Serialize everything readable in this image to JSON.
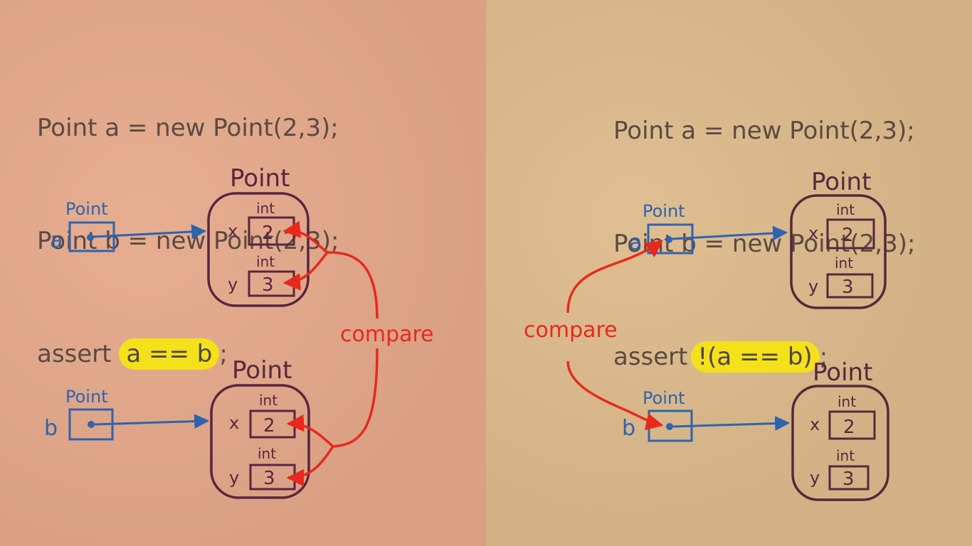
{
  "left": {
    "code": [
      "Point a = new Point(2,3);",
      "Point b = new Point(2,3);"
    ],
    "assert_prefix": "assert ",
    "assert_expr": "a == b",
    "assert_suffix": ";",
    "var_a": {
      "name": "a",
      "type": "Point"
    },
    "var_b": {
      "name": "b",
      "type": "Point"
    },
    "object_a": {
      "title": "Point",
      "x_label": "x",
      "x_type": "int",
      "x_value": "2",
      "y_label": "y",
      "y_type": "int",
      "y_value": "3"
    },
    "object_b": {
      "title": "Point",
      "x_label": "x",
      "x_type": "int",
      "x_value": "2",
      "y_label": "y",
      "y_type": "int",
      "y_value": "3"
    },
    "compare_label": "compare"
  },
  "right": {
    "code": [
      "Point a = new Point(2,3);",
      "Point b = new Point(2,3);"
    ],
    "assert_prefix": "assert",
    "assert_expr": "!(a == b)",
    "assert_suffix": ";",
    "var_a": {
      "name": "a",
      "type": "Point"
    },
    "var_b": {
      "name": "b",
      "type": "Point"
    },
    "object_a": {
      "title": "Point",
      "x_label": "x",
      "x_type": "int",
      "x_value": "2",
      "y_label": "y",
      "y_type": "int",
      "y_value": "3"
    },
    "object_b": {
      "title": "Point",
      "x_label": "x",
      "x_type": "int",
      "x_value": "2",
      "y_label": "y",
      "y_type": "int",
      "y_value": "3"
    },
    "compare_label": "compare"
  },
  "colors": {
    "left_bg": "#e5a98a",
    "right_bg": "#ddbb8b",
    "reference": "#2e63b0",
    "object": "#5a2540",
    "compare": "#e8281e",
    "highlight": "#f4e11a"
  }
}
